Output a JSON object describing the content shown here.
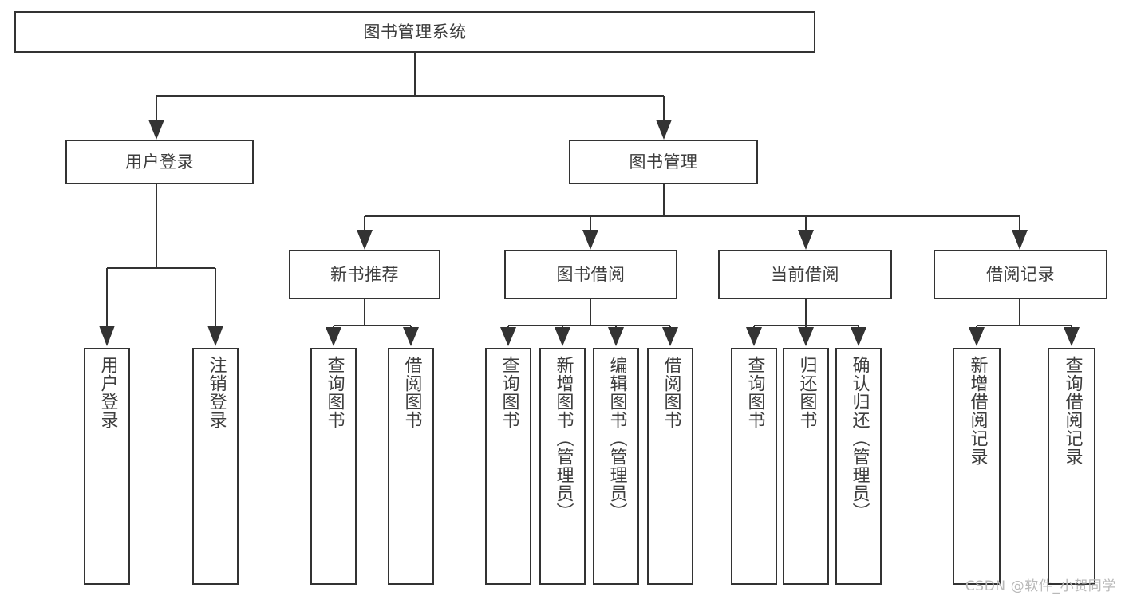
{
  "diagram": {
    "title": "图书管理系统",
    "type": "tree",
    "root": {
      "id": "root",
      "label": "图书管理系统"
    },
    "level2": [
      {
        "id": "user-login",
        "label": "用户登录"
      },
      {
        "id": "book-manage",
        "label": "图书管理"
      }
    ],
    "level3": [
      {
        "id": "new-book-recommend",
        "label": "新书推荐"
      },
      {
        "id": "book-borrow",
        "label": "图书借阅"
      },
      {
        "id": "current-borrow",
        "label": "当前借阅"
      },
      {
        "id": "borrow-record",
        "label": "借阅记录"
      }
    ],
    "leaves": {
      "user_login": [
        {
          "id": "leaf-user-login",
          "label": "用户登录"
        },
        {
          "id": "leaf-logout-login",
          "label": "注销登录"
        }
      ],
      "new_book_recommend": [
        {
          "id": "leaf-query-book-1",
          "label": "查询图书"
        },
        {
          "id": "leaf-borrow-book-1",
          "label": "借阅图书"
        }
      ],
      "book_borrow": [
        {
          "id": "leaf-query-book-2",
          "label": "查询图书"
        },
        {
          "id": "leaf-add-book",
          "label": "新增图书（管理员）"
        },
        {
          "id": "leaf-edit-book",
          "label": "编辑图书（管理员）"
        },
        {
          "id": "leaf-borrow-book-2",
          "label": "借阅图书"
        }
      ],
      "current_borrow": [
        {
          "id": "leaf-query-book-3",
          "label": "查询图书"
        },
        {
          "id": "leaf-return-book",
          "label": "归还图书"
        },
        {
          "id": "leaf-confirm-return",
          "label": "确认归还（管理员）"
        }
      ],
      "borrow_record": [
        {
          "id": "leaf-add-record",
          "label": "新增借阅记录"
        },
        {
          "id": "leaf-query-record",
          "label": "查询借阅记录"
        }
      ]
    }
  },
  "watermark": {
    "text": "CSDN @软件_小贺同学"
  },
  "colors": {
    "background": "#ffffff",
    "box_fill": "#ffffff",
    "box_border": "#333333",
    "connector": "#333333",
    "text": "#3d3d3d",
    "watermark": "#b9b9b9"
  }
}
